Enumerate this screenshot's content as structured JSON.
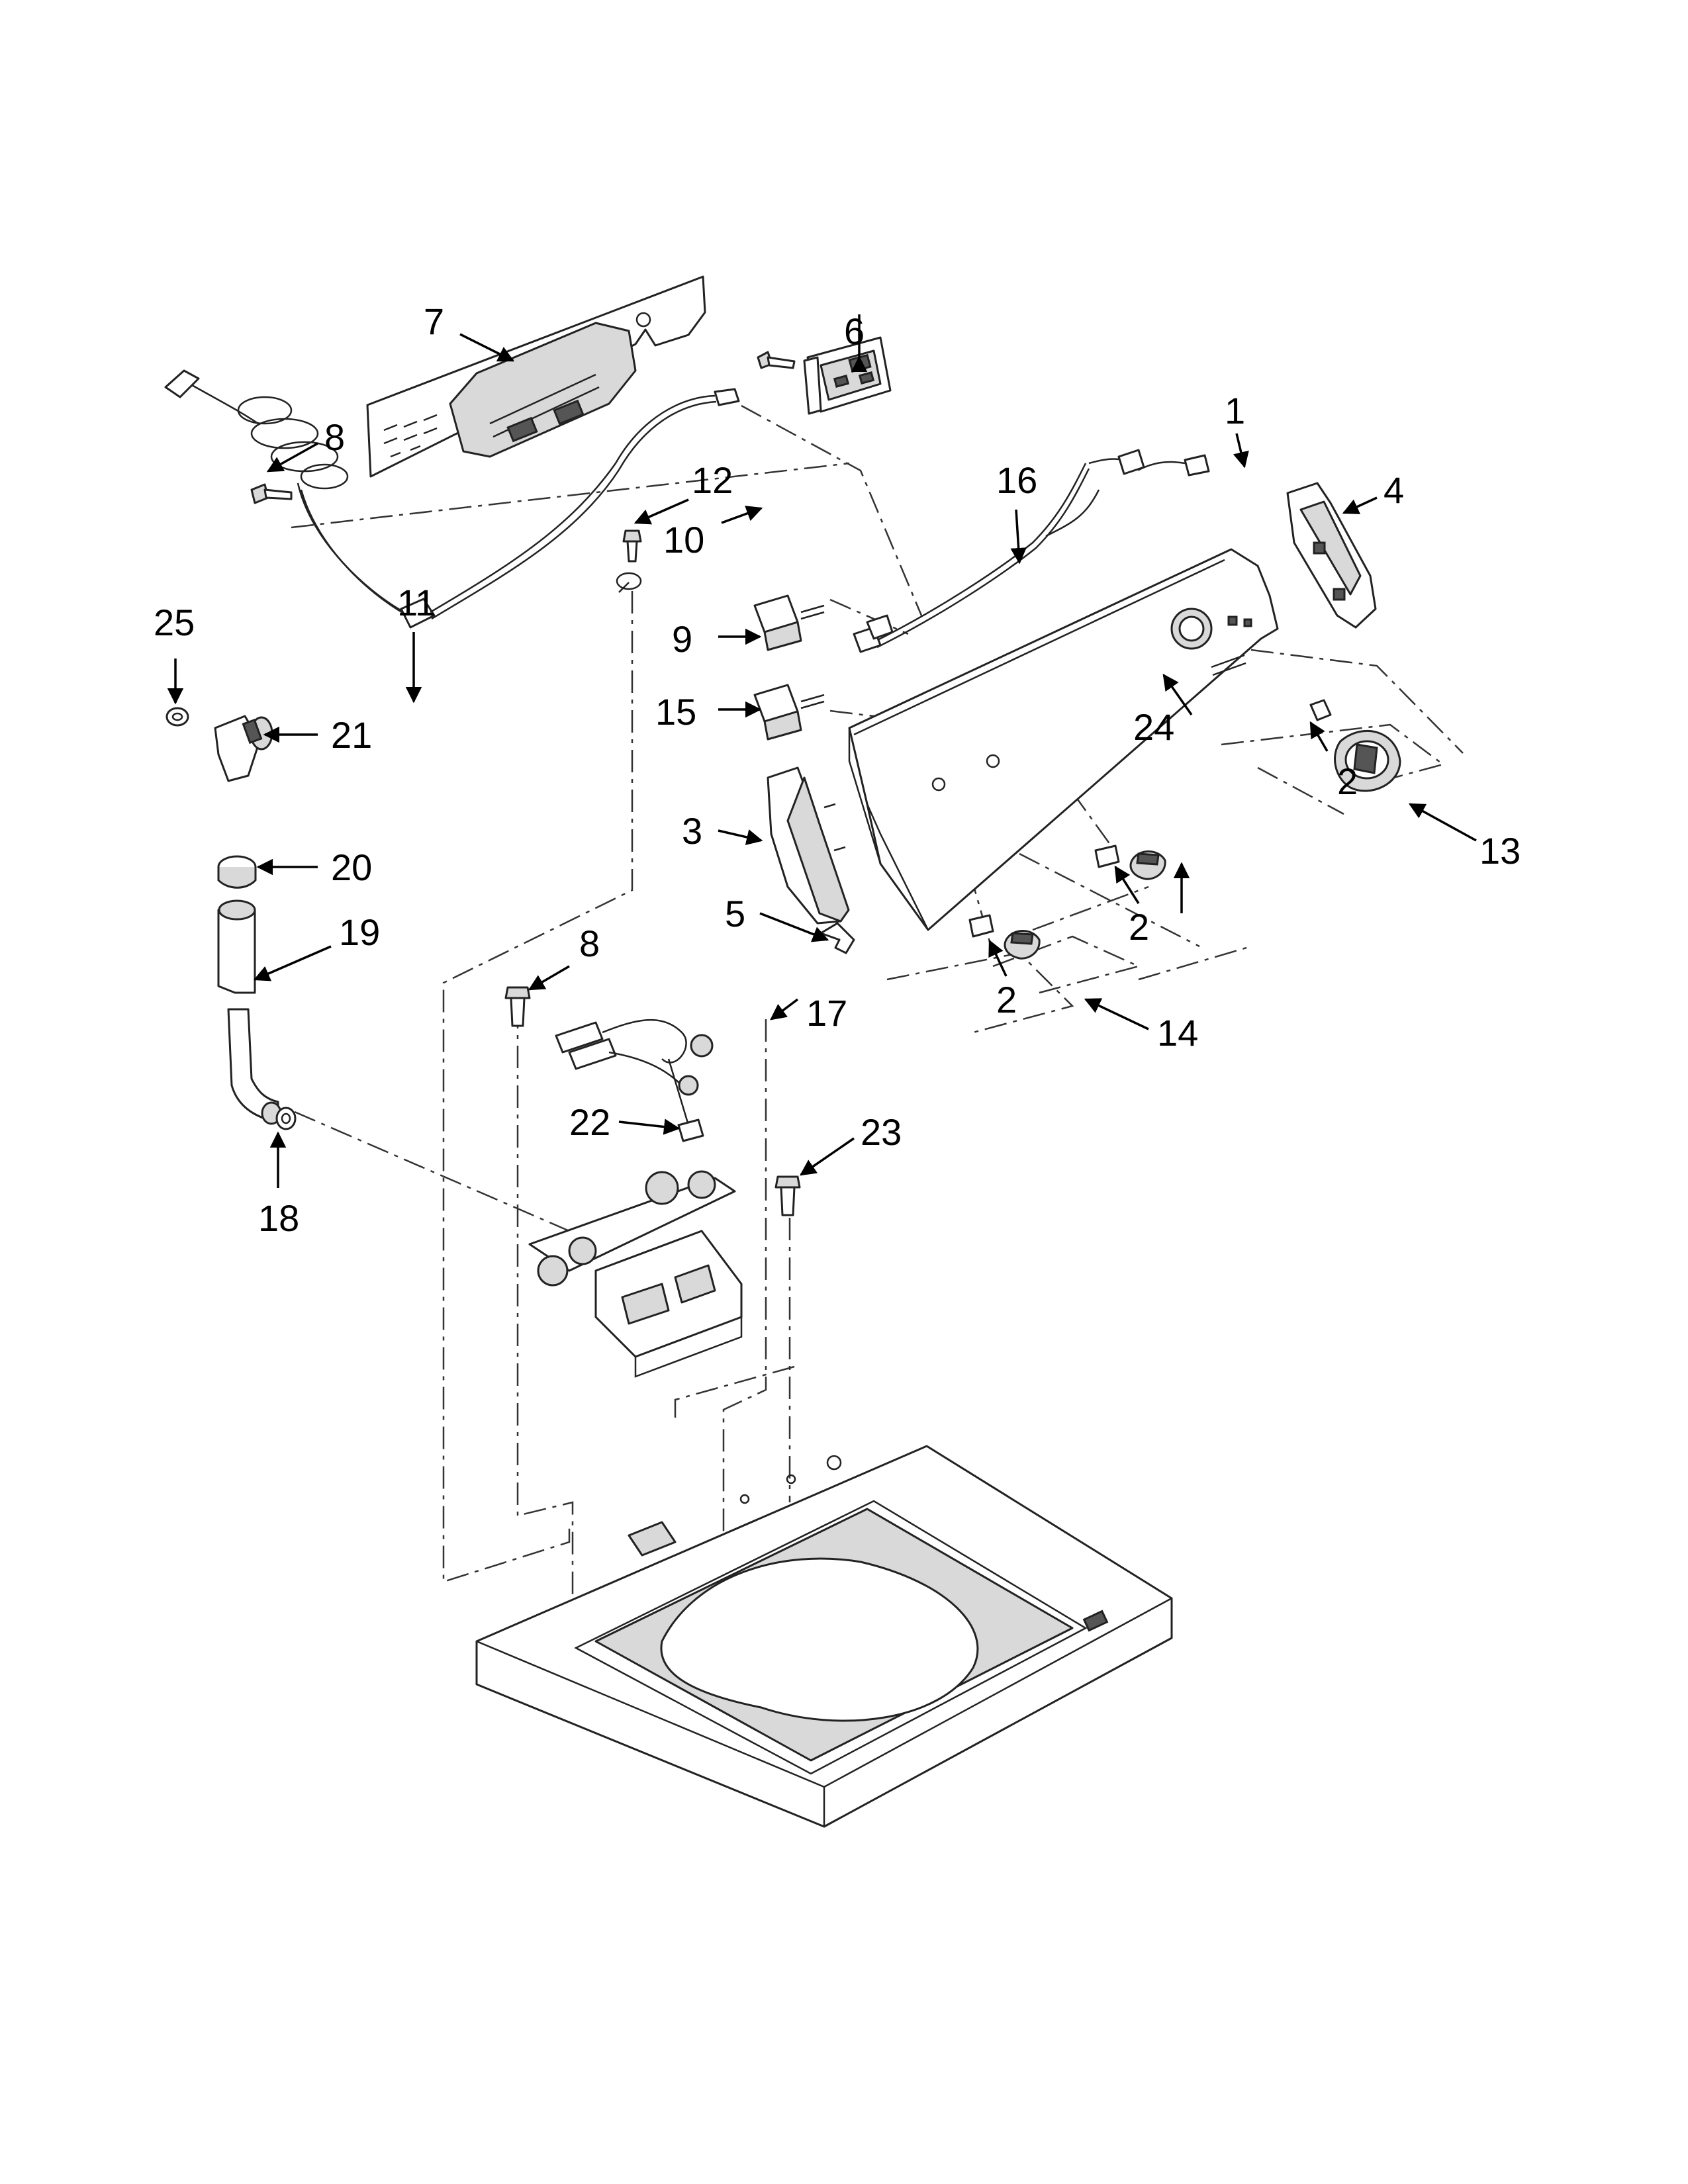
{
  "callouts": {
    "c1": "1",
    "c2a": "2",
    "c2b": "2",
    "c2c": "2",
    "c3": "3",
    "c4": "4",
    "c5": "5",
    "c6": "6",
    "c7": "7",
    "c8a": "8",
    "c8b": "8",
    "c9": "9",
    "c10": "10",
    "c11": "11",
    "c12": "12",
    "c13": "13",
    "c14": "14",
    "c15": "15",
    "c16": "16",
    "c17": "17",
    "c18": "18",
    "c19": "19",
    "c20": "20",
    "c21": "21",
    "c22": "22",
    "c23": "23",
    "c24": "24",
    "c25": "25"
  },
  "colors": {
    "line": "#222222",
    "background": "#ffffff",
    "shade": "#d9d9d9"
  }
}
